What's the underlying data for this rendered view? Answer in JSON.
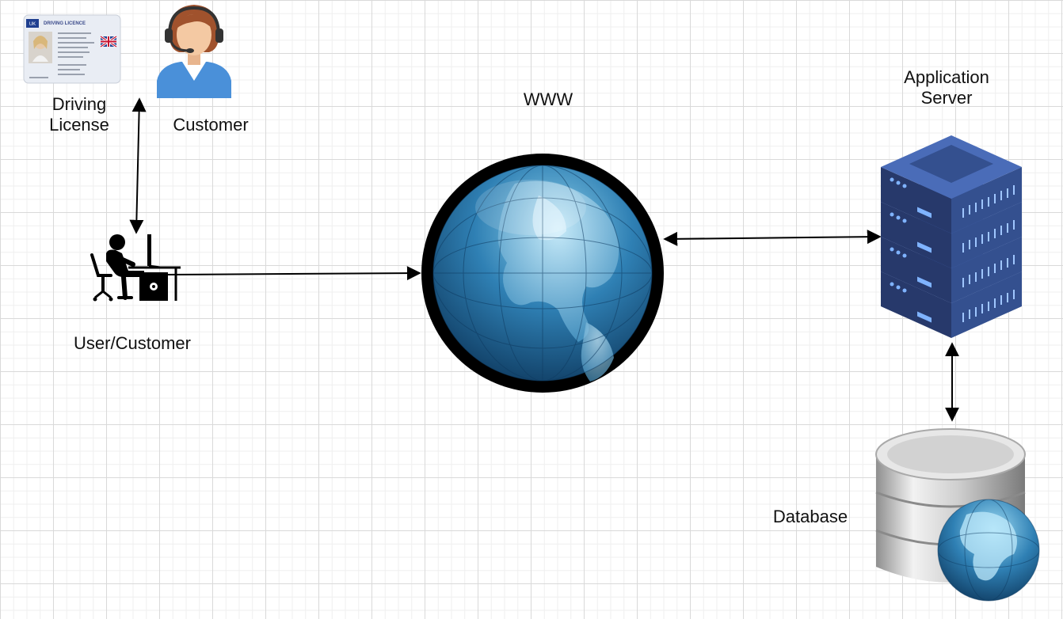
{
  "diagram": {
    "nodes": {
      "driving_license": {
        "label_line1": "Driving",
        "label_line2": "License",
        "card_header": "DRIVING LICENCE",
        "card_country": "UK"
      },
      "customer": {
        "label": "Customer"
      },
      "user_customer": {
        "label": "User/Customer"
      },
      "www": {
        "label": "WWW"
      },
      "application_server": {
        "label_line1": "Application",
        "label_line2": "Server"
      },
      "database": {
        "label": "Database"
      }
    },
    "edges": [
      {
        "from": "driving_license",
        "to": "user_customer",
        "style": "bidirectional"
      },
      {
        "from": "user_customer",
        "to": "www",
        "style": "directed"
      },
      {
        "from": "www",
        "to": "application_server",
        "style": "bidirectional"
      },
      {
        "from": "application_server",
        "to": "database",
        "style": "bidirectional"
      }
    ],
    "colors": {
      "server_dark": "#27396b",
      "server_mid": "#34508f",
      "server_light": "#4a6cb8",
      "server_led": "#7fb3ff",
      "globe_ring": "#000000",
      "globe_ocean": "#1d6597",
      "globe_land": "#4fa4cf",
      "customer_shirt": "#4a90d9",
      "customer_skin": "#f4c9a3",
      "customer_hair": "#a0522d",
      "db_silver": "#c8c8c8",
      "arrow": "#000000"
    }
  }
}
